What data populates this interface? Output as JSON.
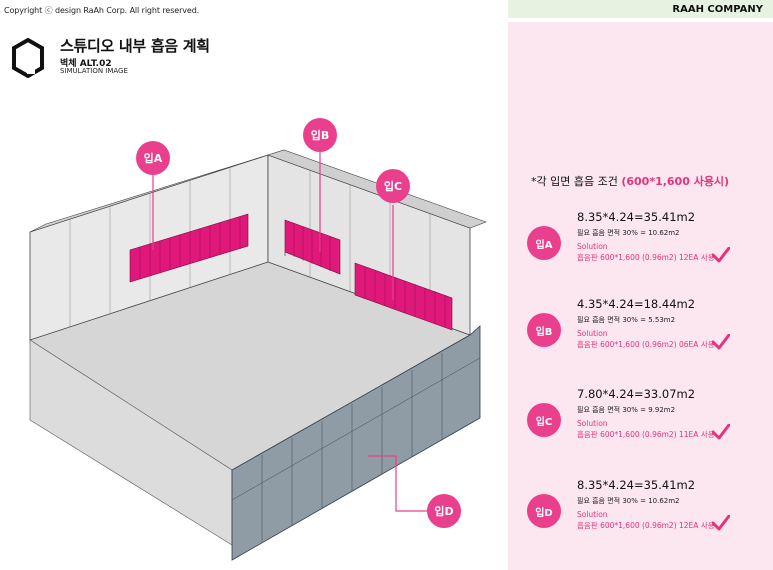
{
  "copyright": "Copyright ⓒ design RaAh Corp. All right reserved.",
  "header": {
    "title": "스튜디오 내부 흡음 계획",
    "subtitle": "벽체 ALT.02",
    "caption": "SIMULATION IMAGE",
    "logo_icon": "house-outline-logo"
  },
  "company": "RAAH COMPANY",
  "colors": {
    "accent": "#ea3f8c",
    "panel_bg": "#fce6ef",
    "header_bg": "#e6f3e0",
    "glass": "#8f9ba5"
  },
  "drawing_labels": [
    "입A",
    "입B",
    "입C",
    "입D"
  ],
  "panel": {
    "heading_prefix": "*각 입면 흡음 조건 ",
    "heading_accent": "(600*1,600 사용시)",
    "items": [
      {
        "label": "입A",
        "formula": "8.35*4.24=35.41m2",
        "requirement": "필요 흡음 면적 30% = 10.62m2",
        "solution_label": "Solution",
        "solution": "흡음판 600*1,600 (0.96m2) 12EA 사용"
      },
      {
        "label": "입B",
        "formula": "4.35*4.24=18.44m2",
        "requirement": "필요 흡음 면적 30% = 5.53m2",
        "solution_label": "Solution",
        "solution": "흡음판 600*1,600 (0.96m2) 06EA 사용"
      },
      {
        "label": "입C",
        "formula": "7.80*4.24=33.07m2",
        "requirement": "필요 흡음 면적 30% = 9.92m2",
        "solution_label": "Solution",
        "solution": "흡음판 600*1,600 (0.96m2) 11EA 사용"
      },
      {
        "label": "입D",
        "formula": "8.35*4.24=35.41m2",
        "requirement": "필요 흡음 면적 30% = 10.62m2",
        "solution_label": "Solution",
        "solution": "흡음판 600*1,600 (0.96m2) 12EA 사용"
      }
    ]
  }
}
